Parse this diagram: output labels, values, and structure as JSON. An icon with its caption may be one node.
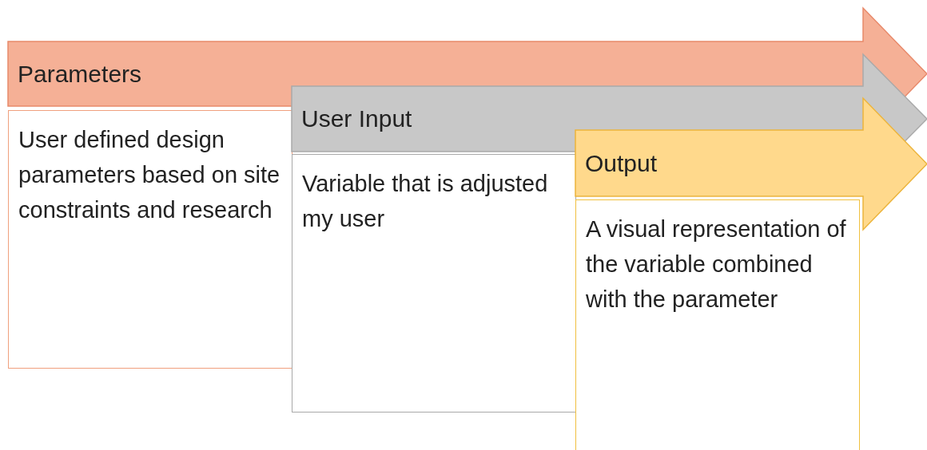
{
  "diagram": {
    "nodes": [
      {
        "text": [
          "Parameters"
        ]
      },
      {
        "text": [
          "User defined design parameters based on site constraints and research"
        ]
      },
      {
        "text": [
          "User Input"
        ]
      },
      {
        "text": [
          "Variable that is adjusted my user"
        ]
      },
      {
        "text": [
          "Output"
        ]
      },
      {
        "text": [
          "A visual representation of the variable combined with the parameter"
        ]
      }
    ]
  }
}
